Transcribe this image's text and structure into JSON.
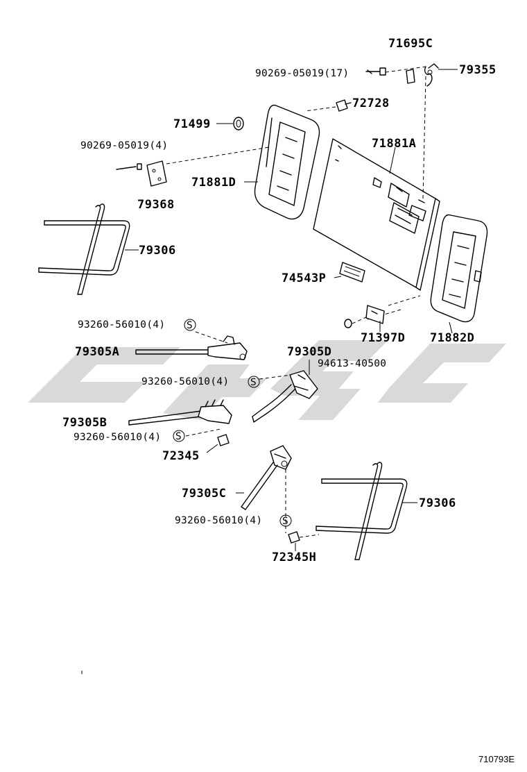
{
  "diagram": {
    "figure_code": "710793E",
    "watermark": "watermark-logo",
    "parts": {
      "p71695C": "71695C",
      "p79355": "79355",
      "p90269_17": "90269-05019(17)",
      "p72728": "72728",
      "p71499": "71499",
      "p71881A": "71881A",
      "p90269_4": "90269-05019(4)",
      "p71881D": "71881D",
      "p79368": "79368",
      "p79306_top": "79306",
      "p74543P": "74543P",
      "p93260_a": "93260-56010(4)",
      "p71397D": "71397D",
      "p71882D": "71882D",
      "p79305A": "79305A",
      "p79305D": "79305D",
      "p94613": "94613-40500",
      "p93260_b": "93260-56010(4)",
      "p79305B": "79305B",
      "p93260_c": "93260-56010(4)",
      "p72345": "72345",
      "p79305C": "79305C",
      "p79306_bottom": "79306",
      "p93260_d": "93260-56010(4)",
      "p72345H": "72345H",
      "s_symbol": "S"
    }
  }
}
